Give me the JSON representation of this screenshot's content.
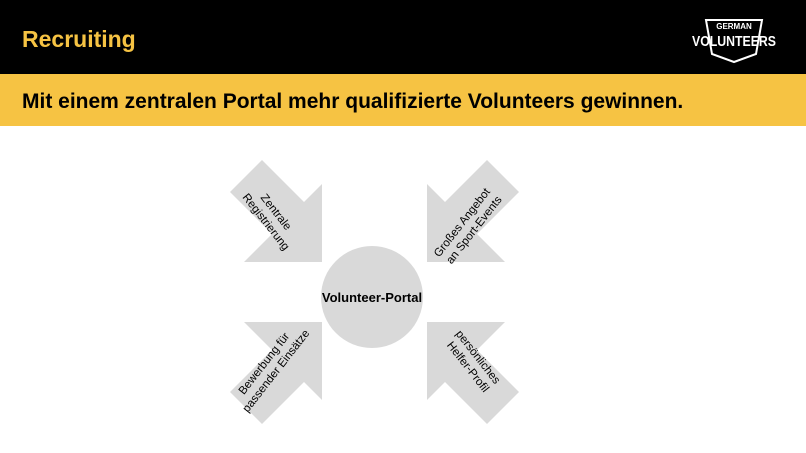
{
  "header": {
    "section_title": "Recruiting",
    "logo_text_top": "GERMAN",
    "logo_text_main": "VOLUNTEERS"
  },
  "headline": "Mit einem zentralen Portal mehr qualifizierte Volunteers gewinnen.",
  "diagram": {
    "center_label": "Volunteer-Portal",
    "arrows": [
      {
        "id": "top-left",
        "lines": [
          "Zentrale",
          "Registrierung"
        ]
      },
      {
        "id": "top-right",
        "lines": [
          "Großes Angebot",
          "an Sport-Events"
        ]
      },
      {
        "id": "bottom-left",
        "lines": [
          "Bewerbung für",
          "passender Einsätze"
        ]
      },
      {
        "id": "bottom-right",
        "lines": [
          "persönliches",
          "Helfer-Profil"
        ]
      }
    ]
  },
  "colors": {
    "accent": "#f6c343",
    "header_bg": "#000000",
    "shape_fill": "#d9d9d9"
  }
}
